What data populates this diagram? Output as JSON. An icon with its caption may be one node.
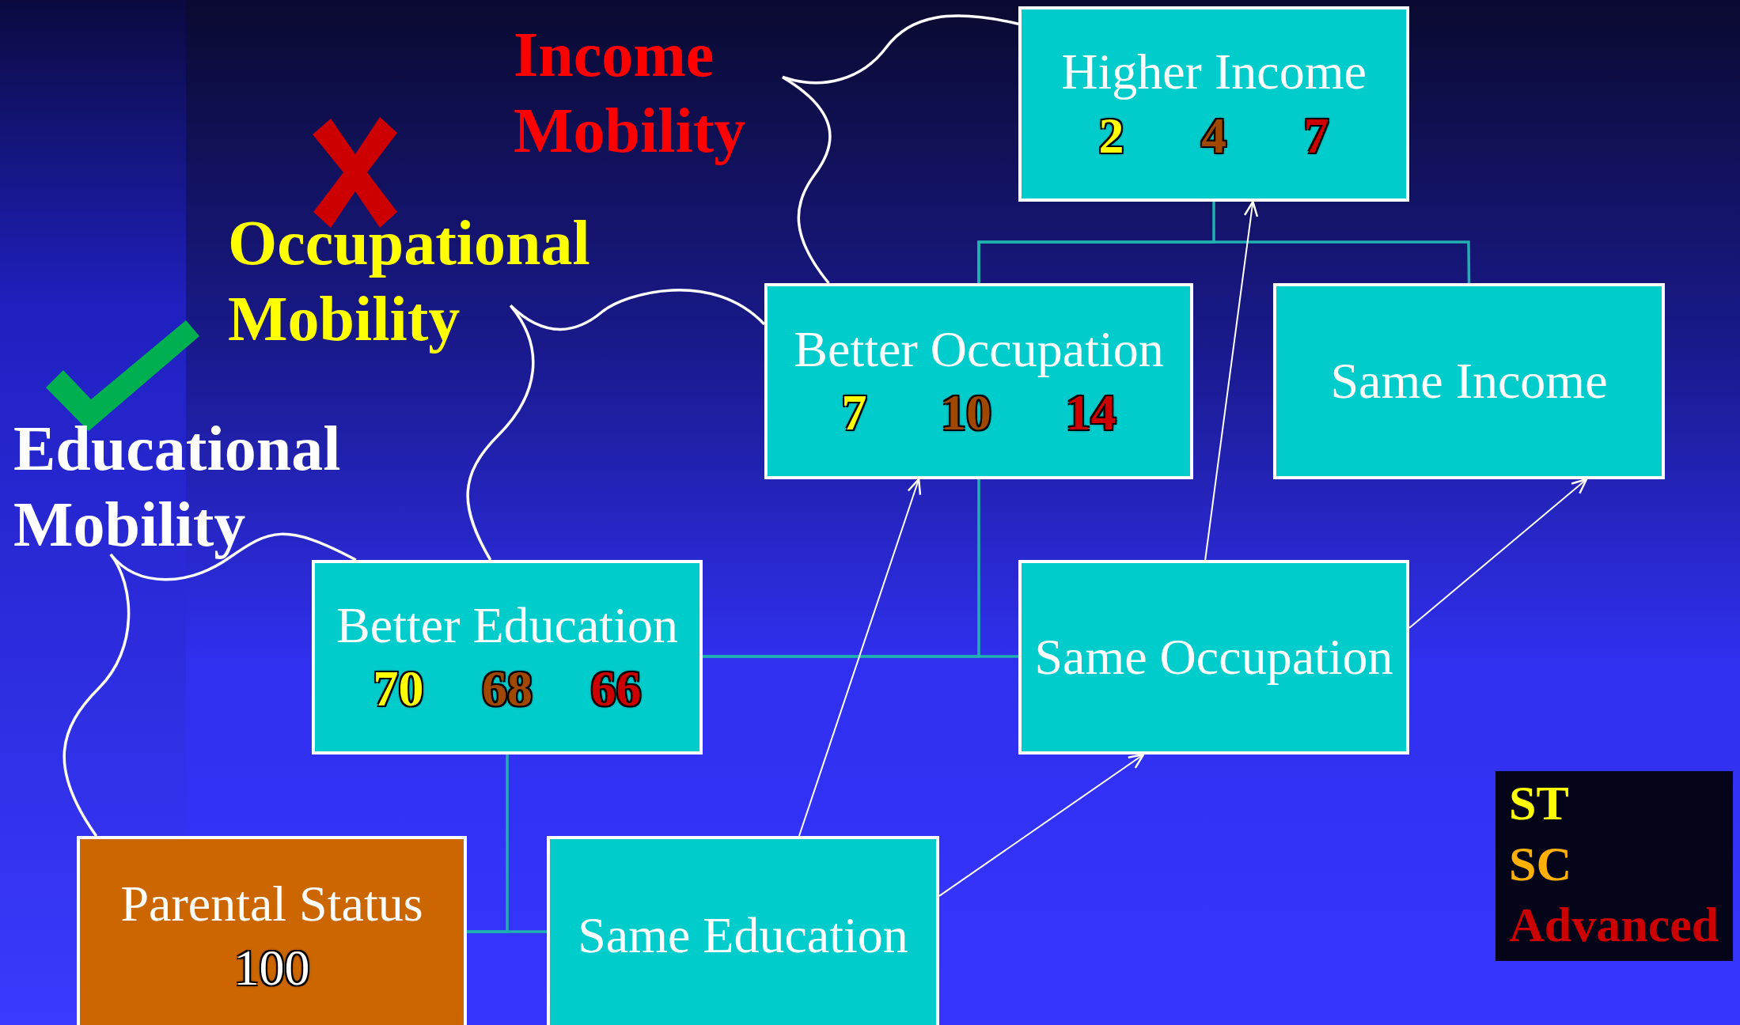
{
  "diagram": {
    "nodes": [
      {
        "text": [
          "Income Mobility"
        ]
      },
      {
        "text": [
          "Higher Income",
          "2",
          "4",
          "7"
        ]
      },
      {
        "text": [
          "Occupational Mobility"
        ]
      },
      {
        "text": [
          "Better Occupation",
          "7",
          "10",
          "14"
        ]
      },
      {
        "text": [
          "Same Income"
        ]
      },
      {
        "text": [
          "Educational Mobility"
        ]
      },
      {
        "text": [
          "Better Education",
          "70",
          "68",
          "66"
        ]
      },
      {
        "text": [
          "Same Occupation"
        ]
      },
      {
        "text": [
          "Parental Status",
          "100"
        ]
      },
      {
        "text": [
          "Same Education"
        ]
      }
    ],
    "edges": [
      {
        "from": 8,
        "to": 6,
        "arrow": "none",
        "color": "#20b0b0"
      },
      {
        "from": 8,
        "to": 9,
        "arrow": "none",
        "color": "#20b0b0"
      },
      {
        "from": 6,
        "to": 3,
        "arrow": "none",
        "color": "#20b0b0"
      },
      {
        "from": 6,
        "to": 7,
        "arrow": "none",
        "color": "#20b0b0"
      },
      {
        "from": 3,
        "to": 1,
        "arrow": "none",
        "color": "#20b0b0"
      },
      {
        "from": 3,
        "to": 4,
        "arrow": "none",
        "color": "#20b0b0"
      },
      {
        "from": 9,
        "to": 3,
        "arrow": "to"
      },
      {
        "from": 9,
        "to": 7,
        "arrow": "to"
      },
      {
        "from": 7,
        "to": 1,
        "arrow": "to"
      },
      {
        "from": 7,
        "to": 4,
        "arrow": "to"
      },
      {
        "from": 5,
        "to": 8,
        "arrow": "none"
      },
      {
        "from": 5,
        "to": 6,
        "arrow": "none"
      },
      {
        "from": 2,
        "to": 6,
        "arrow": "none"
      },
      {
        "from": 2,
        "to": 3,
        "arrow": "none"
      },
      {
        "from": 0,
        "to": 3,
        "arrow": "none"
      },
      {
        "from": 0,
        "to": 1,
        "arrow": "none"
      }
    ],
    "legend": [
      {
        "text": "ST",
        "color": "#ffff00"
      },
      {
        "text": "SC",
        "color": "#ffb000"
      },
      {
        "text": "Advanced",
        "color": "#cc0000"
      }
    ]
  }
}
